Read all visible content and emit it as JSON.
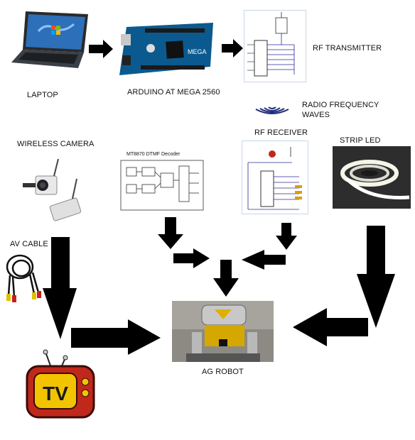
{
  "labels": {
    "laptop": "LAPTOP",
    "arduino": "ARDUINO AT MEGA 2560",
    "rf_transmitter": "RF TRANSMITTER",
    "radio_waves_line1": "RADIO FREQUENCY",
    "radio_waves_line2": "WAVES",
    "rf_receiver": "RF RECEIVER",
    "strip_led": "STRIP LED",
    "wireless_camera": "WIRELESS CAMERA",
    "av_cable": "AV CABLE",
    "ag_robot": "AG ROBOT",
    "dtmf_title": "MT8870 DTMF Decoder",
    "tv_text": "TV",
    "arduino_board_text": "MEGA"
  },
  "colors": {
    "arrow": "#000000",
    "arduino_blue": "#0b5a8f",
    "tv_red": "#c0281c",
    "tv_yellow": "#f2c400",
    "radio_waves": "#1d2b7a",
    "led_strip": "#ffffff"
  }
}
